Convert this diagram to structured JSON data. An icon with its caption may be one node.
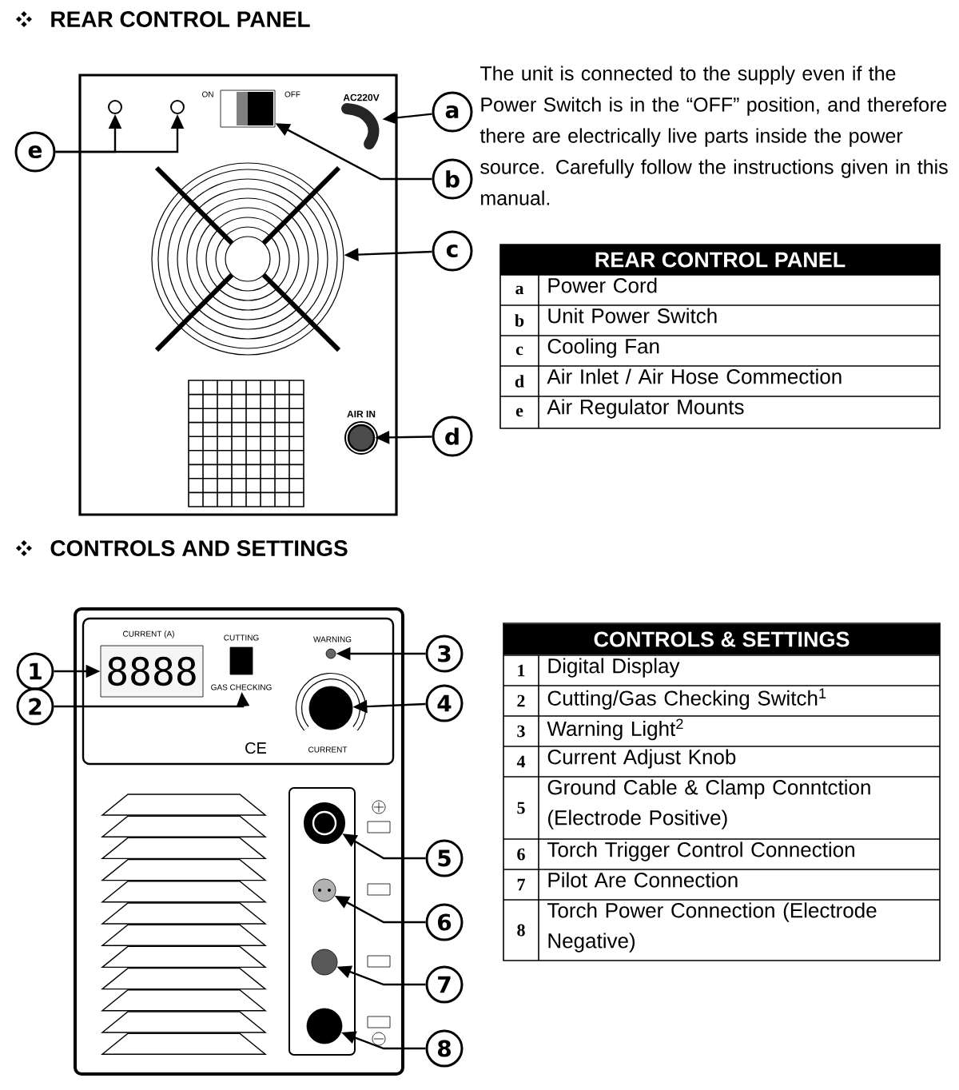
{
  "diagram": {
    "nodes": [
      {
        "text": [
          "a"
        ]
      },
      {
        "text": [],
        "shape": "cable",
        "beside": [
          "AC220V"
        ]
      },
      {
        "text": [
          "b"
        ]
      },
      {
        "text": [],
        "shape": "box"
      },
      {
        "text": [
          "c"
        ]
      },
      {
        "text": [],
        "shape": "circle"
      },
      {
        "text": [
          "d"
        ]
      },
      {
        "text": [],
        "shape": "circle",
        "beside": [
          "AIR IN"
        ]
      },
      {
        "text": [
          "e"
        ]
      },
      {
        "text": [],
        "shape": "circle"
      },
      {
        "text": [],
        "shape": "circle"
      },
      {
        "text": [
          "1"
        ]
      },
      {
        "text": [],
        "shape": "box",
        "beside": [
          "CURRENT (A)"
        ]
      },
      {
        "text": [
          "2"
        ]
      },
      {
        "text": [
          "GAS CHECKING"
        ]
      },
      {
        "text": [
          "3"
        ]
      },
      {
        "text": [],
        "shape": "circle"
      },
      {
        "text": [
          "4"
        ]
      },
      {
        "text": [],
        "shape": "circle"
      },
      {
        "text": [
          "5"
        ]
      },
      {
        "text": [],
        "shape": "circle"
      },
      {
        "text": [
          "6"
        ]
      },
      {
        "text": [],
        "shape": "circle"
      },
      {
        "text": [
          "7"
        ]
      },
      {
        "text": [],
        "shape": "circle"
      },
      {
        "text": [
          "8"
        ]
      },
      {
        "text": [],
        "shape": "circle"
      }
    ],
    "edges": [
      {
        "from": 0,
        "to": 1,
        "arrow": "to"
      },
      {
        "from": 2,
        "to": 3,
        "arrow": "to"
      },
      {
        "from": 4,
        "to": 5,
        "arrow": "to"
      },
      {
        "from": 6,
        "to": 7,
        "arrow": "to"
      },
      {
        "from": 8,
        "to": 9,
        "arrow": "to"
      },
      {
        "from": 8,
        "to": 10,
        "arrow": "to"
      },
      {
        "from": 11,
        "to": 12,
        "arrow": "to"
      },
      {
        "from": 13,
        "to": 14,
        "arrow": "to"
      },
      {
        "from": 15,
        "to": 16,
        "arrow": "to"
      },
      {
        "from": 17,
        "to": 18,
        "arrow": "to"
      },
      {
        "from": 19,
        "to": 20,
        "arrow": "to"
      },
      {
        "from": 21,
        "to": 22,
        "arrow": "to"
      },
      {
        "from": 23,
        "to": 24,
        "arrow": "to"
      },
      {
        "from": 25,
        "to": 26,
        "arrow": "to"
      }
    ],
    "labels": [
      "REAR CONTROL PANEL",
      "ON",
      "OFF",
      "The unit is connected to the supply even if the Power Switch is in the “OFF” position, and therefore there are electrically live parts inside the power source. Carefully follow the instructions given in this manual.",
      "REAR CONTROL PANEL",
      "a",
      "Power Cord",
      "b",
      "Unit Power Switch",
      "c",
      "Cooling Fan",
      "d",
      "Air Inlet / Air Hose Commection",
      "e",
      "Air Regulator Mounts",
      "CONTROLS AND SETTINGS",
      "CUTTING",
      "WARNING",
      "8888",
      "CE",
      "CURRENT",
      "CONTROLS & SETTINGS",
      "1",
      "Digital Display",
      "2",
      "Cutting/Gas Checking Switch$^{1}$",
      "3",
      "Warning Light$^{2}$",
      "4",
      "Current Adjust Knob",
      "5",
      "Ground Cable & Clamp Conntction (Electrode Positive)",
      "6",
      "Torch Trigger Control Connection",
      "7",
      "Pilot Are Connection",
      "8",
      "Torch Power Connection (Electrode Negative)"
    ]
  }
}
